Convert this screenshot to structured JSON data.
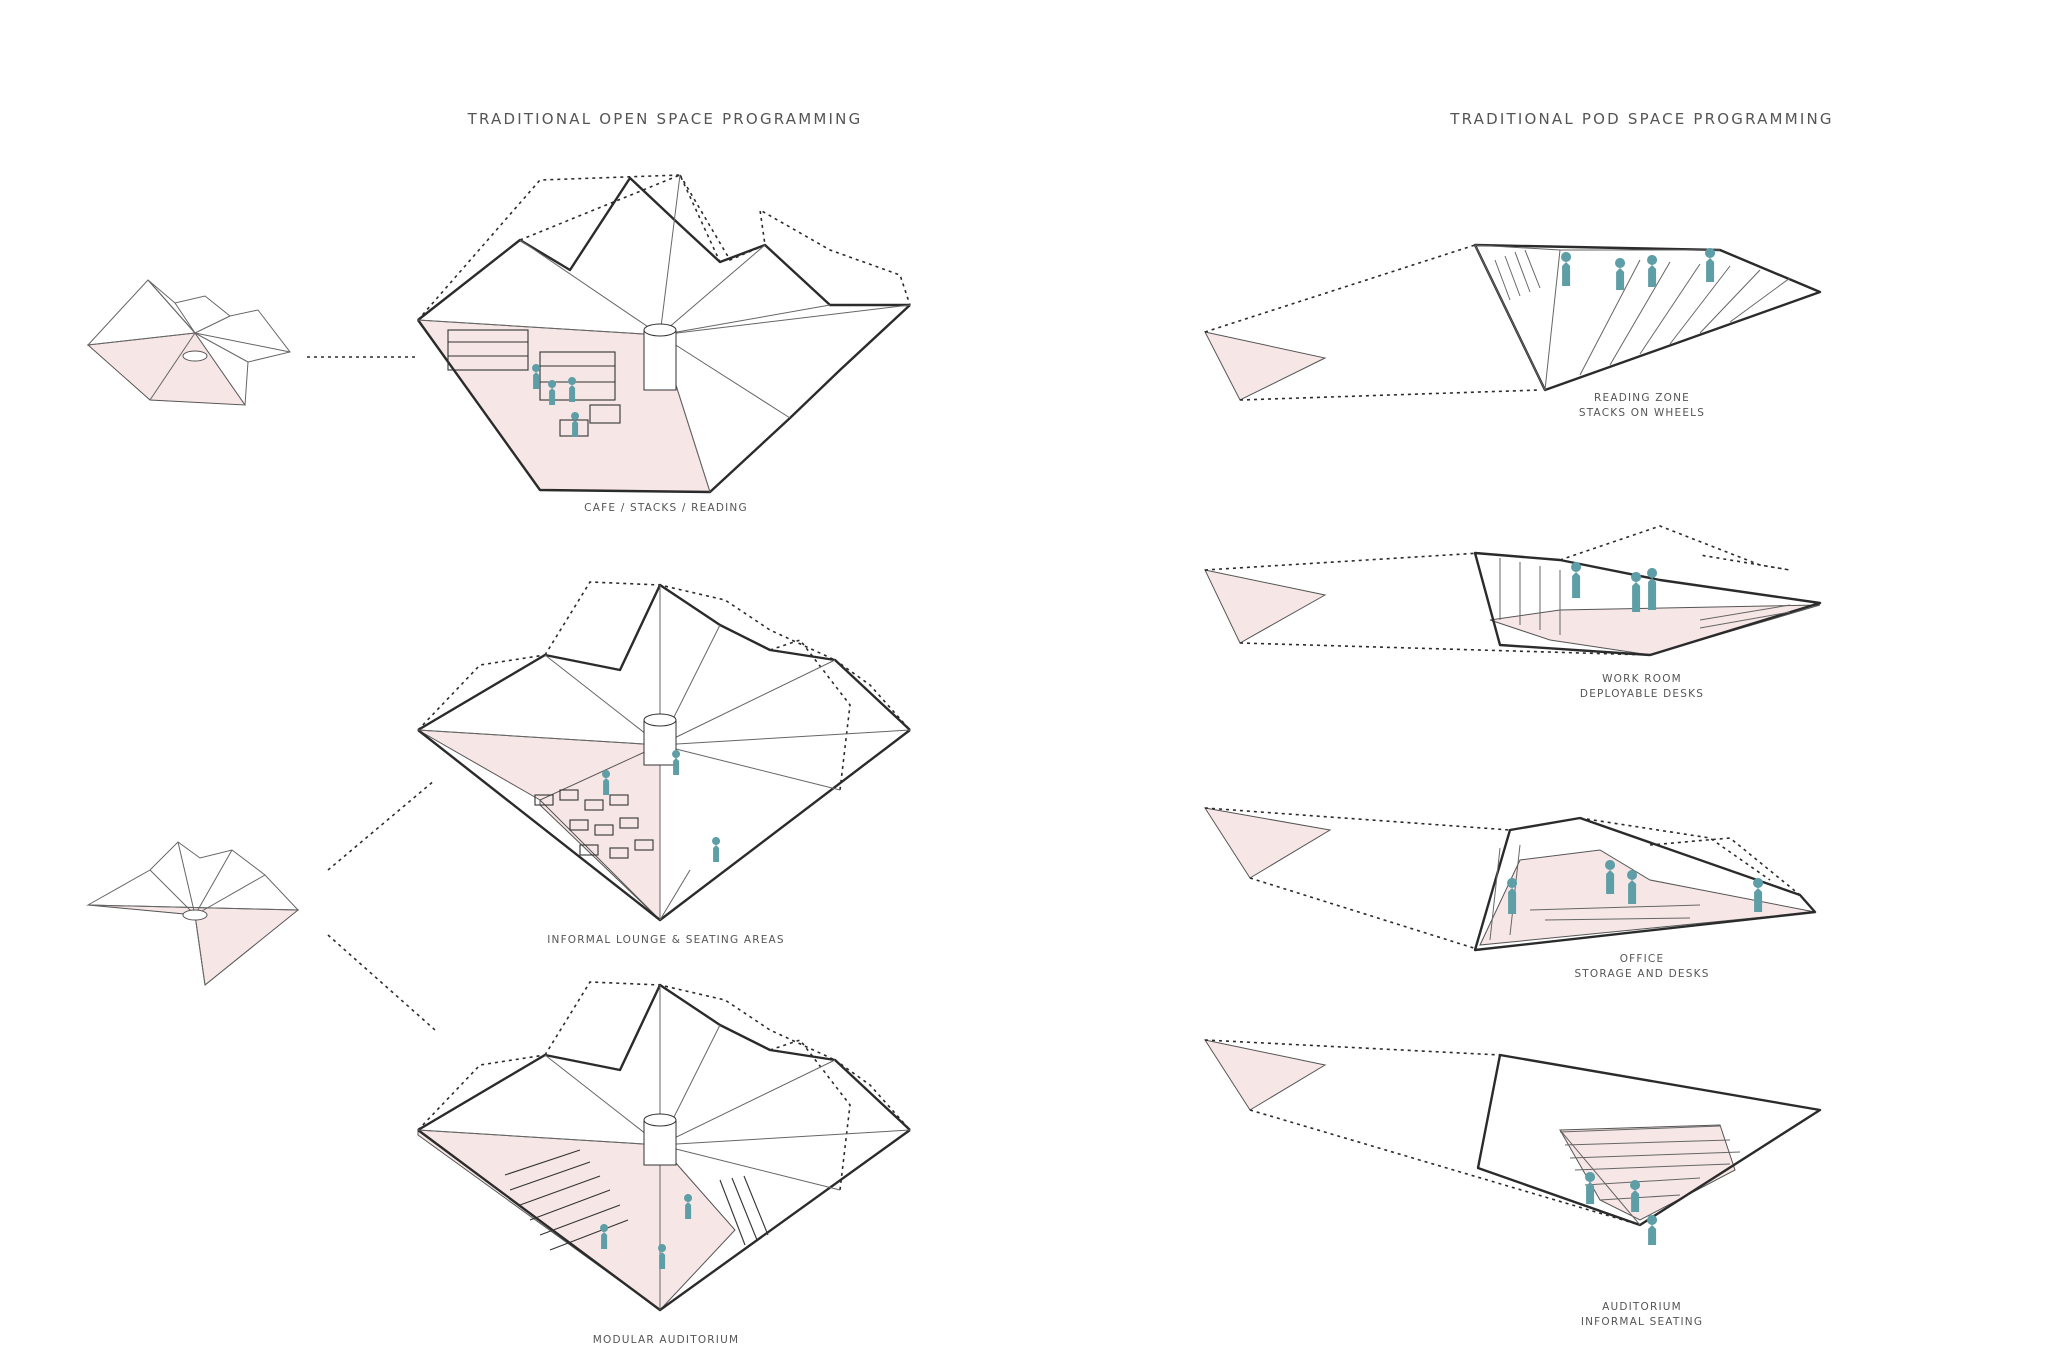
{
  "headers": {
    "open_space": "TRADITIONAL OPEN SPACE PROGRAMMING",
    "pod_space": "TRADITIONAL POD SPACE PROGRAMMING"
  },
  "open_space_diagrams": [
    {
      "caption": "CAFE / STACKS / READING"
    },
    {
      "caption": "INFORMAL LOUNGE & SEATING AREAS"
    },
    {
      "caption": "MODULAR AUDITORIUM"
    }
  ],
  "pod_space_diagrams": [
    {
      "caption_line1": "READING ZONE",
      "caption_line2": "STACKS ON WHEELS"
    },
    {
      "caption_line1": "WORK ROOM",
      "caption_line2": "DEPLOYABLE DESKS"
    },
    {
      "caption_line1": "OFFICE",
      "caption_line2": "STORAGE AND DESKS"
    },
    {
      "caption_line1": "AUDITORIUM",
      "caption_line2": "INFORMAL SEATING"
    }
  ],
  "colors": {
    "floor_tint": "#f7e6e6",
    "figure": "#5e9ea6",
    "line": "#2b2b2b"
  }
}
